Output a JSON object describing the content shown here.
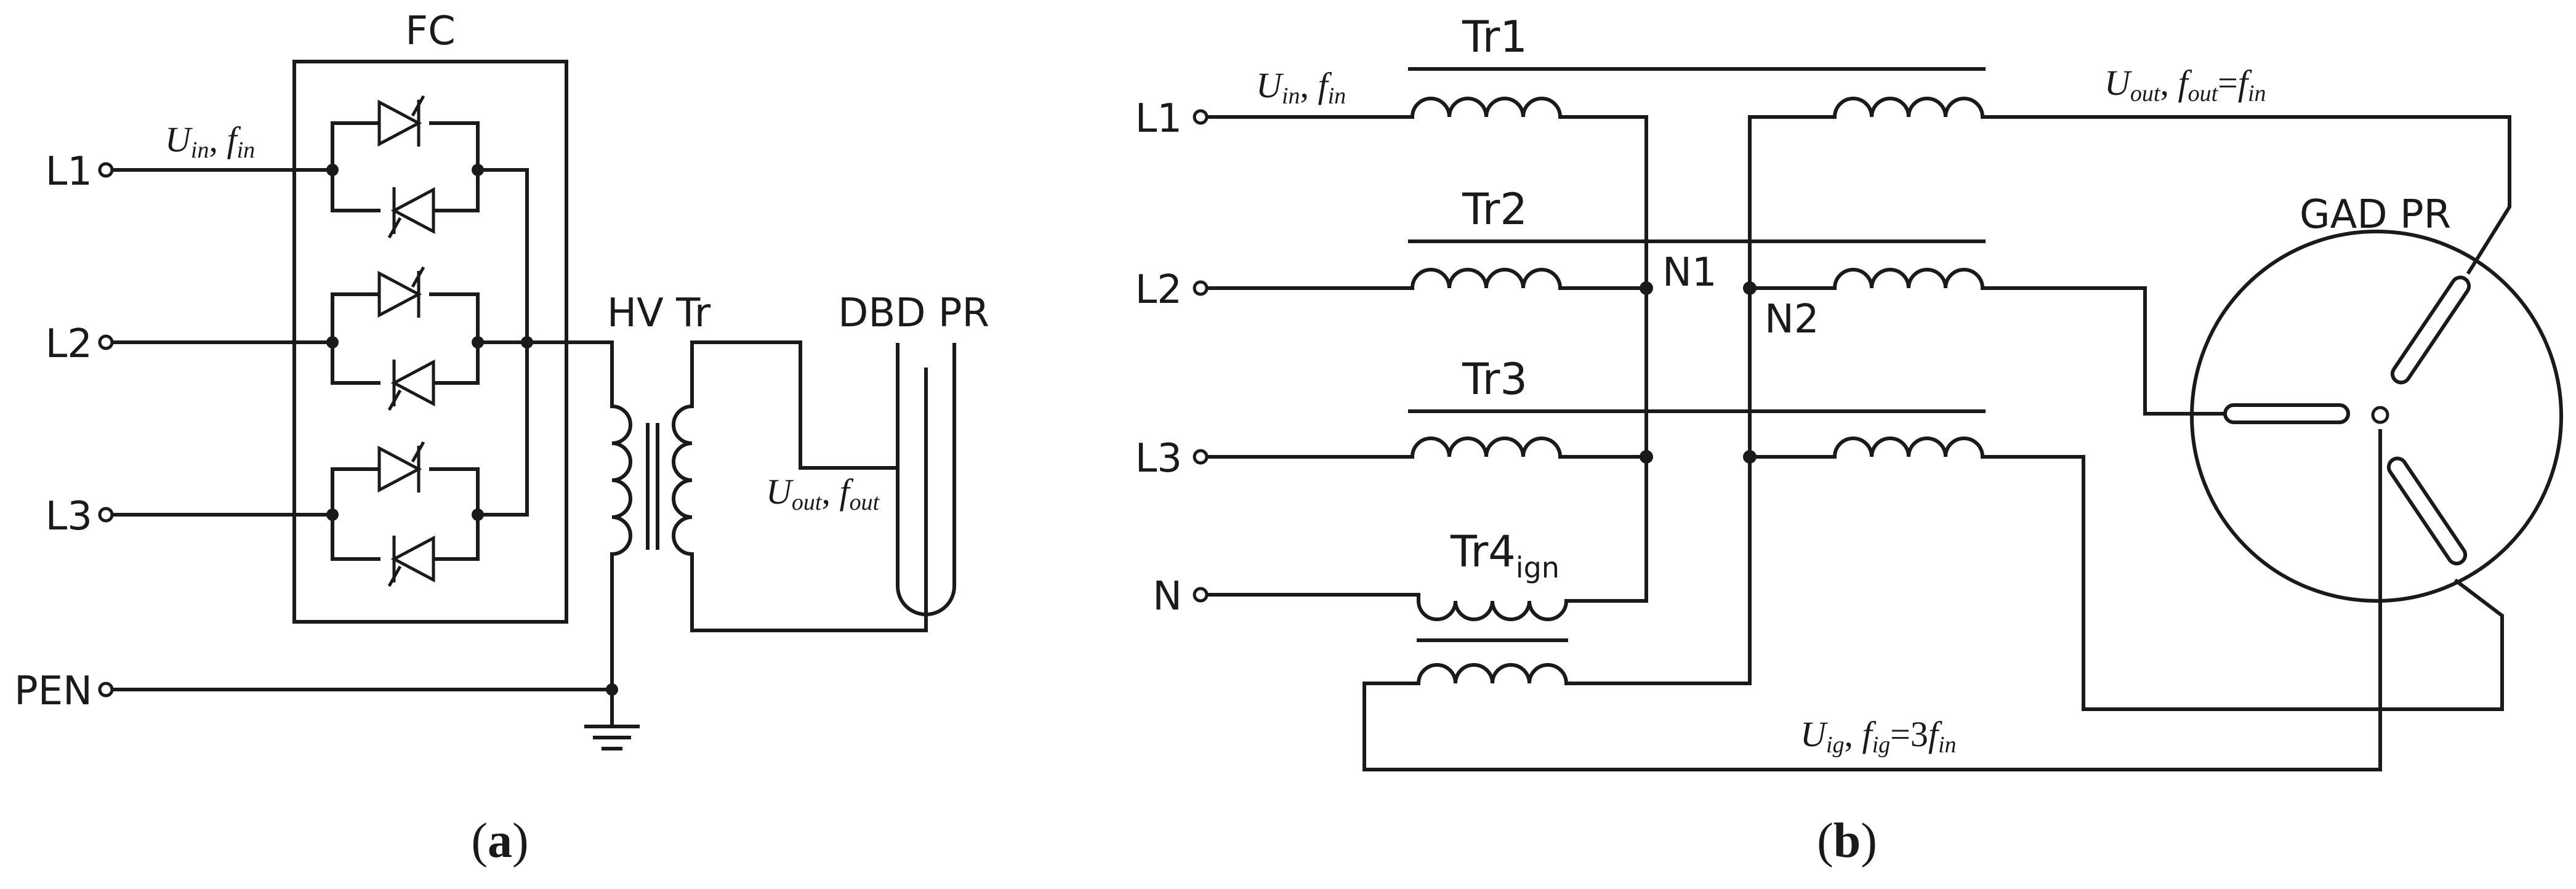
{
  "panel_a": {
    "labels": {
      "fc": "FC",
      "l1": "L1",
      "l2": "L2",
      "l3": "L3",
      "pen": "PEN",
      "hv_tr": "HV Tr",
      "dbd_pr": "DBD PR"
    },
    "formulas": {
      "uin_u": "U",
      "uin_sub": "in",
      "uin_sep": ", ",
      "fin_f": "f",
      "fin_sub": "in",
      "uout_u": "U",
      "uout_sub": "out",
      "uout_sep": ", ",
      "fout_f": "f",
      "fout_sub": "out"
    },
    "caption_open": "(",
    "caption_letter": "a",
    "caption_close": ")"
  },
  "panel_b": {
    "labels": {
      "l1": "L1",
      "l2": "L2",
      "l3": "L3",
      "n": "N",
      "tr1": "Tr1",
      "tr2": "Tr2",
      "tr3": "Tr3",
      "tr4": "Tr4",
      "tr4_sub": "ign",
      "n1": "N1",
      "n2": "N2",
      "gad_pr": "GAD PR"
    },
    "formulas": {
      "uin_u": "U",
      "uin_sub": "in",
      "uin_sep": ", ",
      "fin_f": "f",
      "fin_sub": "in",
      "uout_u": "U",
      "uout_sub": "out",
      "uout_sep": ", ",
      "fout_f": "f",
      "fout_sub": "out",
      "fout_eq": "=",
      "fout_rhs_f": "f",
      "fout_rhs_sub": "in",
      "uig_u": "U",
      "uig_sub": "ig",
      "uig_sep": ", ",
      "fig_f": "f",
      "fig_sub": "ig",
      "fig_eq": "=3",
      "fig_rhs_f": "f",
      "fig_rhs_sub": "in"
    },
    "caption_open": "(",
    "caption_letter": "b",
    "caption_close": ")"
  }
}
